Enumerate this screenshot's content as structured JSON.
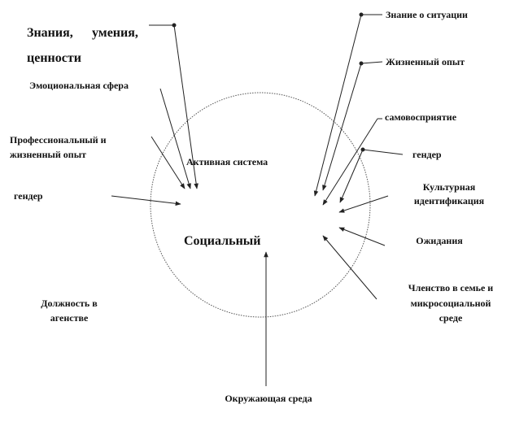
{
  "labels": {
    "knowledge_1": "Знания,",
    "knowledge_2": "умения,",
    "knowledge_3": "ценности",
    "emotional": "Эмоциональная сфера",
    "prof_exp_1": "Профессиональный и",
    "prof_exp_2": "жизненный опыт",
    "gender_left": "гендер",
    "position_1": "Должность в",
    "position_2": "агенстве",
    "active_system": "Активная система",
    "social": "Социальный",
    "environment": "Окружающая среда",
    "situation_knowledge": "Знание о ситуации",
    "life_exp": "Жизненный опыт",
    "self_perception": "самовосприятие",
    "gender_right": "гендер",
    "cultural_1": "Культурная",
    "cultural_2": "идентификация",
    "expectations": "Ожидания",
    "membership_1": "Членство в семье и",
    "membership_2": "микросоциальной",
    "membership_3": "среде"
  }
}
